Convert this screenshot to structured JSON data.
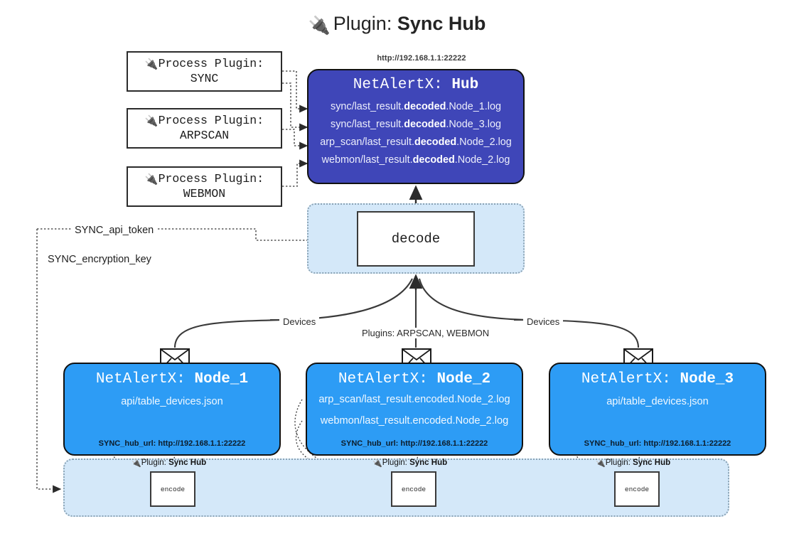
{
  "title": {
    "icon": "plug-icon",
    "prefix": "Plugin:",
    "name": "Sync Hub"
  },
  "process_plugins": [
    {
      "icon": "plug-icon",
      "line1": "Process Plugin:",
      "line2": "SYNC"
    },
    {
      "icon": "plug-icon",
      "line1": "Process Plugin:",
      "line2": "ARPSCAN"
    },
    {
      "icon": "plug-icon",
      "line1": "Process Plugin:",
      "line2": "WEBMON"
    }
  ],
  "hub": {
    "url": "http://192.168.1.1:22222",
    "title_prefix": "NetAlertX:",
    "title_name": "Hub",
    "lines": [
      {
        "pre": "sync/last_result.",
        "mid": "decoded",
        "post": ".Node_1.log"
      },
      {
        "pre": "sync/last_result.",
        "mid": "decoded",
        "post": ".Node_3.log"
      },
      {
        "pre": "arp_scan/last_result.",
        "mid": "decoded",
        "post": ".Node_2.log"
      },
      {
        "pre": "webmon/last_result.",
        "mid": "decoded",
        "post": ".Node_2.log"
      }
    ]
  },
  "decode": {
    "label": "decode"
  },
  "keys": {
    "api_token": "SYNC_api_token",
    "encryption_key": "SYNC_encryption_key"
  },
  "edges": {
    "devices_left": "Devices",
    "devices_right": "Devices",
    "plugins": "Plugins: ARPSCAN, WEBMON"
  },
  "nodes": [
    {
      "title_prefix": "NetAlertX:",
      "title_name": "Node_1",
      "lines": [
        "api/table_devices.json"
      ],
      "footer": "SYNC_hub_url: http://192.168.1.1:22222"
    },
    {
      "title_prefix": "NetAlertX:",
      "title_name": "Node_2",
      "lines": [
        "arp_scan/last_result.encoded.Node_2.log",
        "webmon/last_result.encoded.Node_2.log"
      ],
      "footer": "SYNC_hub_url: http://192.168.1.1:22222"
    },
    {
      "title_prefix": "NetAlertX:",
      "title_name": "Node_3",
      "lines": [
        "api/table_devices.json"
      ],
      "footer": "SYNC_hub_url: http://192.168.1.1:22222"
    }
  ],
  "encoders": [
    {
      "caption_prefix": "Plugin:",
      "caption_name": "Sync Hub",
      "label": "encode"
    },
    {
      "caption_prefix": "Plugin:",
      "caption_name": "Sync Hub",
      "label": "encode"
    },
    {
      "caption_prefix": "Plugin:",
      "caption_name": "Sync Hub",
      "label": "encode"
    }
  ],
  "colors": {
    "hub_fill": "#3f46b8",
    "node_fill": "#2d9cf5",
    "container_fill": "#d4e8f9",
    "stroke": "#111111",
    "dotted_stroke": "#555555"
  }
}
